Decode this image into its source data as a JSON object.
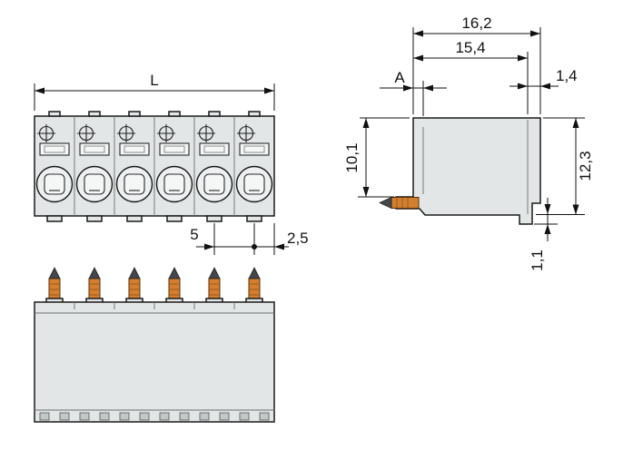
{
  "drawing": {
    "poles": 6,
    "dimensions": {
      "length": "L",
      "pitch": "5",
      "edge_offset": "2,5",
      "total_depth": "16,2",
      "body_depth": "15,4",
      "flange_width": "1,4",
      "pin_position_ref": "A",
      "front_height": "10,1",
      "overall_height": "12,3",
      "standoff_height": "1,1"
    }
  }
}
